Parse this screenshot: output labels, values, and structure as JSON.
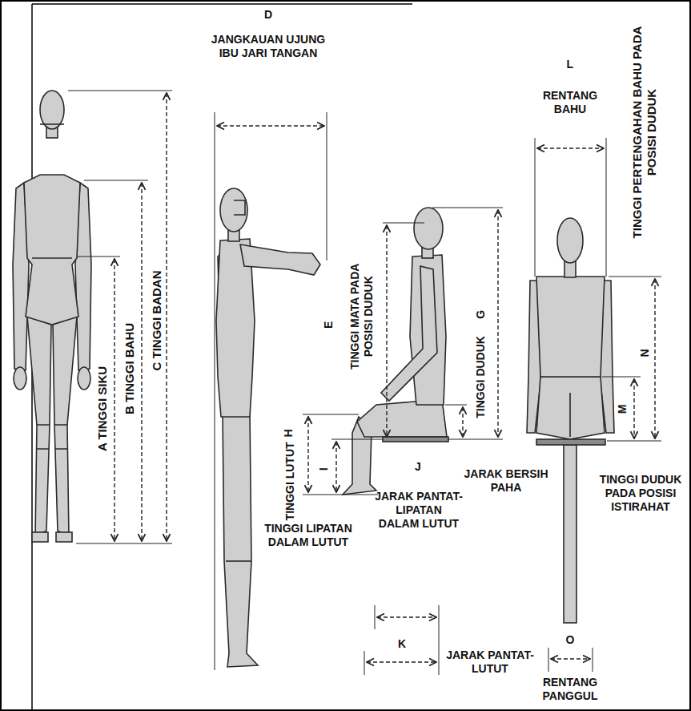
{
  "diagram": {
    "labels": [
      "D",
      "JANGKAUAN UJUNG IBU JARI TANGAN",
      "L",
      "RENTANG BAHU",
      "TINGGI PERTENGAHAN BAHU PADA POSISI DUDUK",
      "A TINGGI SIKU",
      "B TINGGI BAHU",
      "C TINGGI BADAN",
      "E",
      "TINGGI MATA PADA POSISI DUDUK",
      "G",
      "TINGGI DUDUK",
      "N",
      "M",
      "H",
      "TINGGI LUTUT",
      "I",
      "J",
      "JARAK PANTAT-LIPATAN DALAM LUTUT",
      "JARAK BERSIH PAHA",
      "TINGGI DUDUK PADA POSISI ISTIRAHAT",
      "TINGGI LIPATAN DALAM LUTUT",
      "K",
      "JARAK PANTAT-LUTUT",
      "O",
      "RENTANG PANGGUL"
    ]
  }
}
